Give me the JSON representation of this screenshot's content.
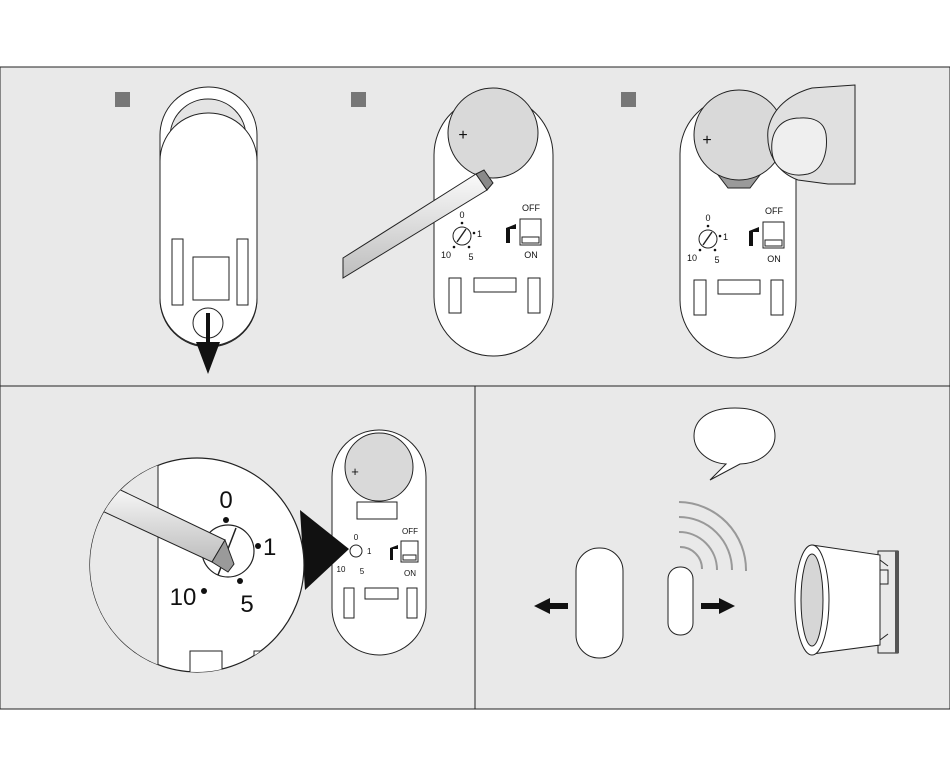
{
  "steps": [
    "",
    "",
    ""
  ],
  "dial": {
    "zero": "0",
    "one": "1",
    "five": "5",
    "ten": "10"
  },
  "switch": {
    "off": "OFF",
    "on": "ON"
  },
  "battery": {
    "polarity": "+"
  },
  "colors": {
    "panel": "#e9e9e9",
    "device": "#ffffff",
    "battery": "#d9d9d9",
    "outline": "#222222",
    "marker": "#777777"
  }
}
